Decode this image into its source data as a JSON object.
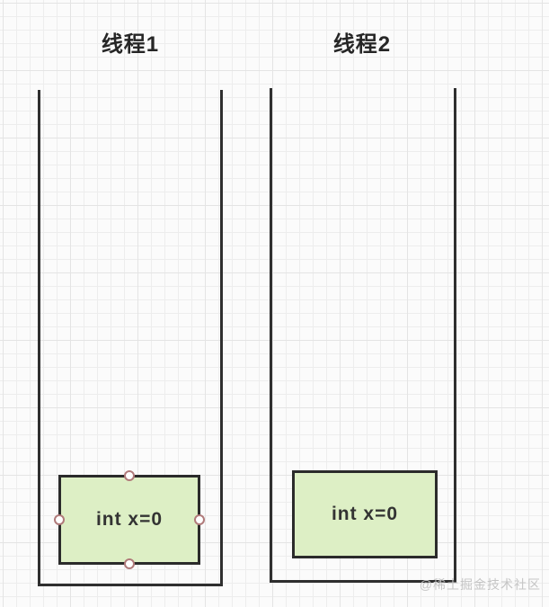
{
  "diagram": {
    "watermark": "@稀土掘金技术社区",
    "lanes": [
      {
        "title": "线程1",
        "node": {
          "label": "int x=0",
          "selected": true
        }
      },
      {
        "title": "线程2",
        "node": {
          "label": "int x=0",
          "selected": false
        }
      }
    ]
  },
  "colors": {
    "background": "#fbfbfb",
    "grid_minor": "#ededed",
    "grid_major": "#e4e4e4",
    "lane_stroke": "#2f2f2f",
    "node_fill": "#ddefc5",
    "node_stroke": "#2b2b2b",
    "node_text": "#333333",
    "title_text": "#262626",
    "handle_fill": "#ffffff",
    "handle_stroke": "#b07a7a",
    "watermark_text": "#c5c5c5"
  }
}
